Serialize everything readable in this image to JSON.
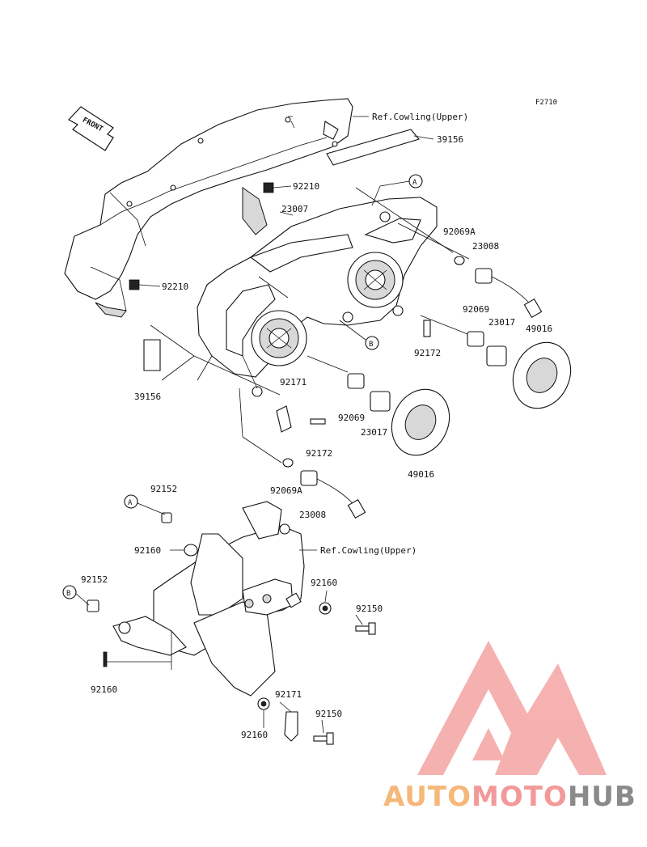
{
  "figure_code": "F2710",
  "direction_label": "FRONT",
  "ref_labels": {
    "cowling_upper_top": "Ref.Cowling(Upper)",
    "cowling_upper_mid": "Ref.Cowling(Upper)"
  },
  "callouts": {
    "a_top": "A",
    "b_top": "B",
    "a_bottom": "A",
    "b_bottom": "B"
  },
  "part_numbers": {
    "p39156_top": "39156",
    "p92210_upper": "92210",
    "p23007": "23007",
    "p92069a_right": "92069A",
    "p23008_right": "23008",
    "p92210_lower": "92210",
    "p92069_right": "92069",
    "p23017_right": "23017",
    "p49016_right": "49016",
    "p92172_right": "92172",
    "p39156_left": "39156",
    "p92171_mid": "92171",
    "p92069_mid": "92069",
    "p23017_mid": "23017",
    "p92172_mid": "92172",
    "p49016_mid": "49016",
    "p92069a_mid": "92069A",
    "p23008_mid": "23008",
    "p92152_top": "92152",
    "p92160_left": "92160",
    "p92152_left": "92152",
    "p92160_right": "92160",
    "p92150_right": "92150",
    "p92160_bottomleft": "92160",
    "p92171_bottom": "92171",
    "p92150_bottom": "92150",
    "p92160_bottom": "92160"
  },
  "watermark": {
    "part1": "AUTO",
    "part2": "MOTO",
    "part3": "HUB",
    "color1": "#f5b87a",
    "color2": "#f08a8a",
    "color3": "#8a8a8a",
    "logo_color": "#f08a8a"
  }
}
